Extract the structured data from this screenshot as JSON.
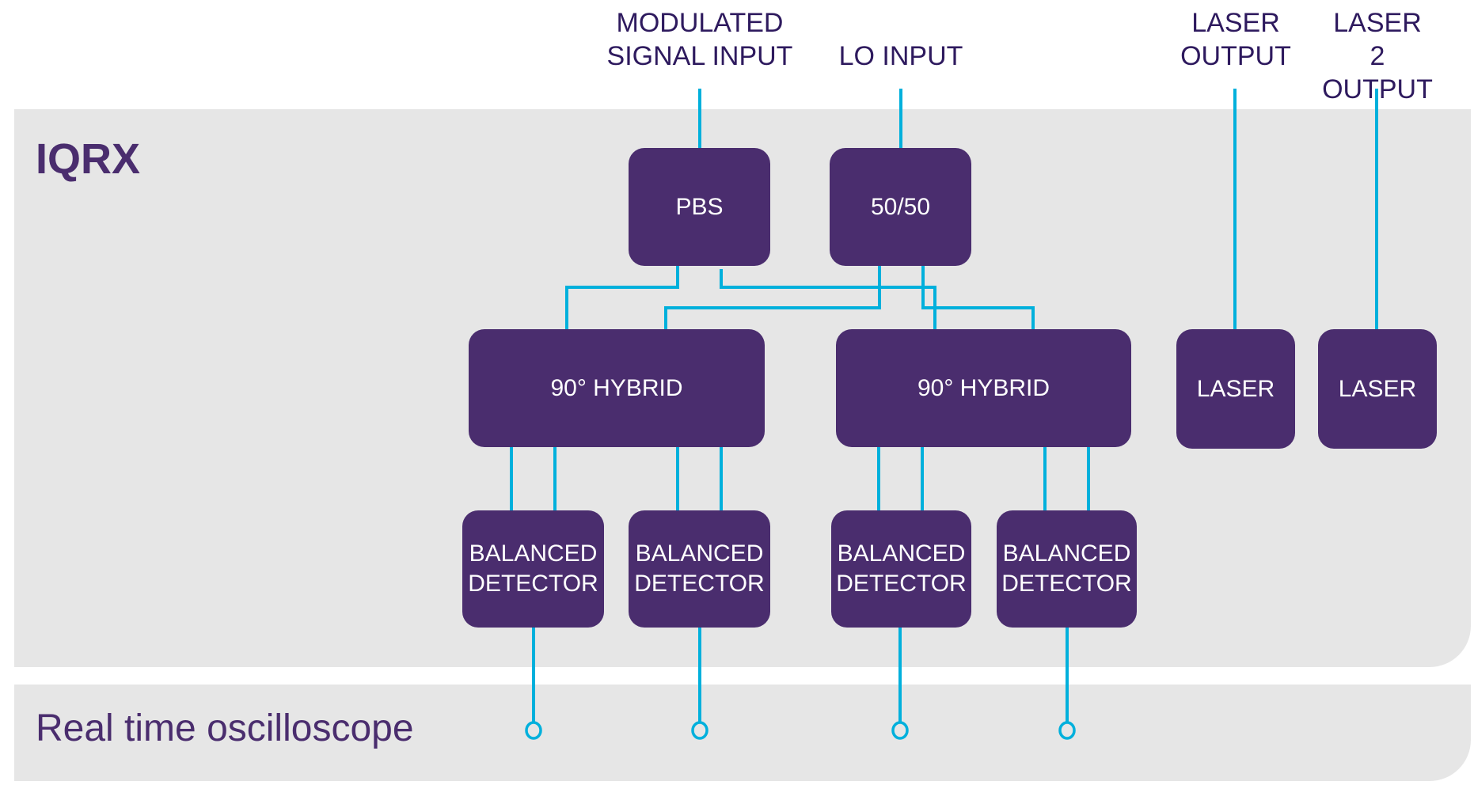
{
  "title": "IQRX",
  "oscilloscope_label": "Real time oscilloscope",
  "colors": {
    "panel": "#e6e6e6",
    "block": "#4a2d6e",
    "wire": "#00b0dc",
    "label": "#2e1a5e",
    "block_text": "#ffffff"
  },
  "ports": [
    {
      "id": "modulated-signal-input",
      "label": "MODULATED\nSIGNAL INPUT"
    },
    {
      "id": "lo-input",
      "label": "LO INPUT"
    },
    {
      "id": "laser-output",
      "label": "LASER\nOUTPUT"
    },
    {
      "id": "laser-2-output",
      "label": "LASER 2\nOUTPUT"
    }
  ],
  "blocks": {
    "pbs": "PBS",
    "splitter": "50/50",
    "hybrid_1": "90° HYBRID",
    "hybrid_2": "90° HYBRID",
    "laser_1": "LASER",
    "laser_2": "LASER",
    "detector_1": "BALANCED\nDETECTOR",
    "detector_2": "BALANCED\nDETECTOR",
    "detector_3": "BALANCED\nDETECTOR",
    "detector_4": "BALANCED\nDETECTOR"
  },
  "connections": [
    {
      "from": "modulated-signal-input",
      "to": "pbs"
    },
    {
      "from": "lo-input",
      "to": "splitter"
    },
    {
      "from": "pbs",
      "to": "hybrid_1"
    },
    {
      "from": "pbs",
      "to": "hybrid_2"
    },
    {
      "from": "splitter",
      "to": "hybrid_1"
    },
    {
      "from": "splitter",
      "to": "hybrid_2"
    },
    {
      "from": "hybrid_1",
      "to": "detector_1"
    },
    {
      "from": "hybrid_1",
      "to": "detector_2"
    },
    {
      "from": "hybrid_2",
      "to": "detector_3"
    },
    {
      "from": "hybrid_2",
      "to": "detector_4"
    },
    {
      "from": "detector_1",
      "to": "oscilloscope"
    },
    {
      "from": "detector_2",
      "to": "oscilloscope"
    },
    {
      "from": "detector_3",
      "to": "oscilloscope"
    },
    {
      "from": "detector_4",
      "to": "oscilloscope"
    },
    {
      "from": "laser_1",
      "to": "laser-output"
    },
    {
      "from": "laser_2",
      "to": "laser-2-output"
    }
  ]
}
